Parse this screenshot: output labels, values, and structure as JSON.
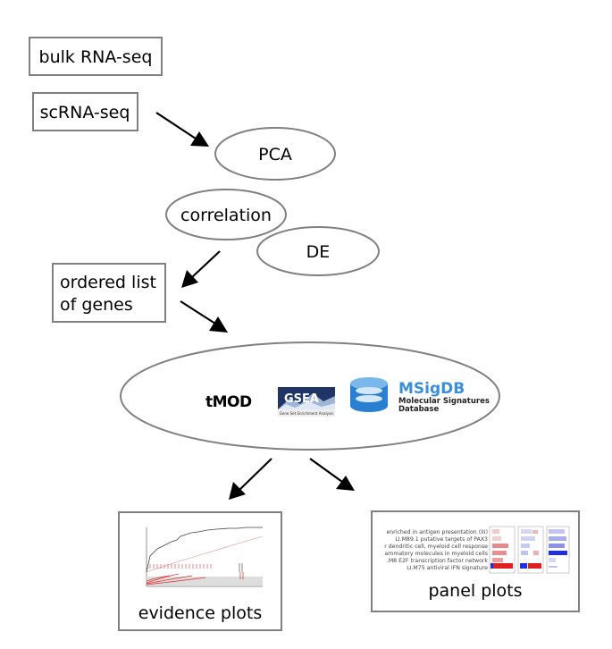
{
  "nodes": {
    "bulk_rnaseq": "bulk RNA-seq",
    "scrnaseq": "scRNA-seq",
    "pca": "PCA",
    "correlation": "correlation",
    "de": "DE",
    "ordered_list_line1": "ordered list",
    "ordered_list_line2": "of genes",
    "evidence_plots": "evidence plots",
    "panel_plots": "panel plots"
  },
  "logos": {
    "tmod": "tMOD",
    "gsea": "GSEA",
    "gsea_caption": "Gene Set Enrichment Analysis",
    "msigdb": "MSigDB",
    "msigdb_sub1": "Molecular Signatures",
    "msigdb_sub2": "Database",
    "msigdb_color": "#3b8fd9"
  },
  "panel_thumbnail": {
    "rows": [
      "enriched in antigen presentation (III)",
      "LI.M89.1 putative targets of PAX3",
      "r dendritic cell, myeloid cell response",
      "ammatory molecules in myeloid cells",
      ".M8 E2F transcription factor network",
      "LI.M75 antiviral IFN signature"
    ]
  },
  "colors": {
    "border": "#808080",
    "red": "#e03030",
    "blue": "#2030e0"
  }
}
